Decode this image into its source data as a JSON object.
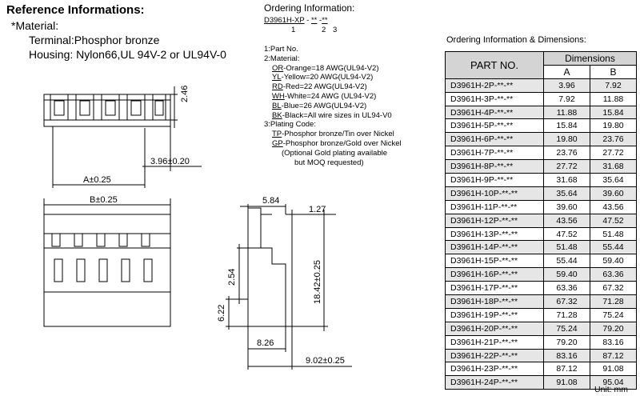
{
  "reference": {
    "title": "Reference Informations:",
    "material_label": "*Material:",
    "terminal": "Terminal:Phosphor bronze",
    "housing": "Housing: Nylon66,UL 94V-2 or UL94V-0"
  },
  "ordering": {
    "title": "Ordering Information:",
    "code_main": "D3961H-XP",
    "code_sep1": " - ",
    "code_part2": "**",
    "code_sep2": " -",
    "code_part3": "**",
    "idx1": "1",
    "idx2": "2",
    "idx3": "3",
    "notes": {
      "part_no": "1:Part No.",
      "material": "2:Material:",
      "materials": [
        {
          "code": "OR",
          "text": "-Orange=18 AWG(UL94-V2)"
        },
        {
          "code": "YL",
          "text": "-Yellow=20 AWG(UL94-V2)"
        },
        {
          "code": "RD",
          "text": "-Red=22 AWG(UL94-V2)"
        },
        {
          "code": "WH",
          "text": "-White=24 AWG (UL94-V2)"
        },
        {
          "code": "BL",
          "text": "-Blue=26 AWG(UL94-V2)"
        },
        {
          "code": "BK",
          "text": "-Black=All wire sizes in UL94-V0"
        }
      ],
      "plating": "3:Plating Code:",
      "platings": [
        {
          "code": "TP",
          "text": "-Phosphor bronze/Tin over Nickel"
        },
        {
          "code": "GP",
          "text": "-Phosphor bronze/Gold over Nickel"
        }
      ],
      "optional1": "(Optional Gold plating available",
      "optional2": "but MOQ requested)"
    }
  },
  "drawing": {
    "dim_246": "2.46",
    "dim_pitch": "3.96±0.20",
    "dim_a": "A±0.25",
    "dim_b": "B±0.25",
    "dim_584": "5.84",
    "dim_127": "1.27",
    "dim_254": "2.54",
    "dim_1842": "18.42±0.25",
    "dim_622": "6.22",
    "dim_826": "8.26",
    "dim_902": "9.02±0.25"
  },
  "table": {
    "title": "Ordering Information & Dimensions:",
    "col_part": "PART NO.",
    "col_dims": "Dimensions",
    "col_a": "A",
    "col_b": "B",
    "rows": [
      {
        "part": "D3961H-2P-**-**",
        "a": "3.96",
        "b": "7.92"
      },
      {
        "part": "D3961H-3P-**-**",
        "a": "7.92",
        "b": "11.88"
      },
      {
        "part": "D3961H-4P-**-**",
        "a": "11.88",
        "b": "15.84"
      },
      {
        "part": "D3961H-5P-**-**",
        "a": "15.84",
        "b": "19.80"
      },
      {
        "part": "D3961H-6P-**-**",
        "a": "19.80",
        "b": "23.76"
      },
      {
        "part": "D3961H-7P-**-**",
        "a": "23.76",
        "b": "27.72"
      },
      {
        "part": "D3961H-8P-**-**",
        "a": "27.72",
        "b": "31.68"
      },
      {
        "part": "D3961H-9P-**-**",
        "a": "31.68",
        "b": "35.64"
      },
      {
        "part": "D3961H-10P-**-**",
        "a": "35.64",
        "b": "39.60"
      },
      {
        "part": "D3961H-11P-**-**",
        "a": "39.60",
        "b": "43.56"
      },
      {
        "part": "D3961H-12P-**-**",
        "a": "43.56",
        "b": "47.52"
      },
      {
        "part": "D3961H-13P-**-**",
        "a": "47.52",
        "b": "51.48"
      },
      {
        "part": "D3961H-14P-**-**",
        "a": "51.48",
        "b": "55.44"
      },
      {
        "part": "D3961H-15P-**-**",
        "a": "55.44",
        "b": "59.40"
      },
      {
        "part": "D3961H-16P-**-**",
        "a": "59.40",
        "b": "63.36"
      },
      {
        "part": "D3961H-17P-**-**",
        "a": "63.36",
        "b": "67.32"
      },
      {
        "part": "D3961H-18P-**-**",
        "a": "67.32",
        "b": "71.28"
      },
      {
        "part": "D3961H-19P-**-**",
        "a": "71.28",
        "b": "75.24"
      },
      {
        "part": "D3961H-20P-**-**",
        "a": "75.24",
        "b": "79.20"
      },
      {
        "part": "D3961H-21P-**-**",
        "a": "79.20",
        "b": "83.16"
      },
      {
        "part": "D3961H-22P-**-**",
        "a": "83.16",
        "b": "87.12"
      },
      {
        "part": "D3961H-23P-**-**",
        "a": "87.12",
        "b": "91.08"
      },
      {
        "part": "D3961H-24P-**-**",
        "a": "91.08",
        "b": "95.04"
      }
    ],
    "unit": "Unit: mm"
  }
}
